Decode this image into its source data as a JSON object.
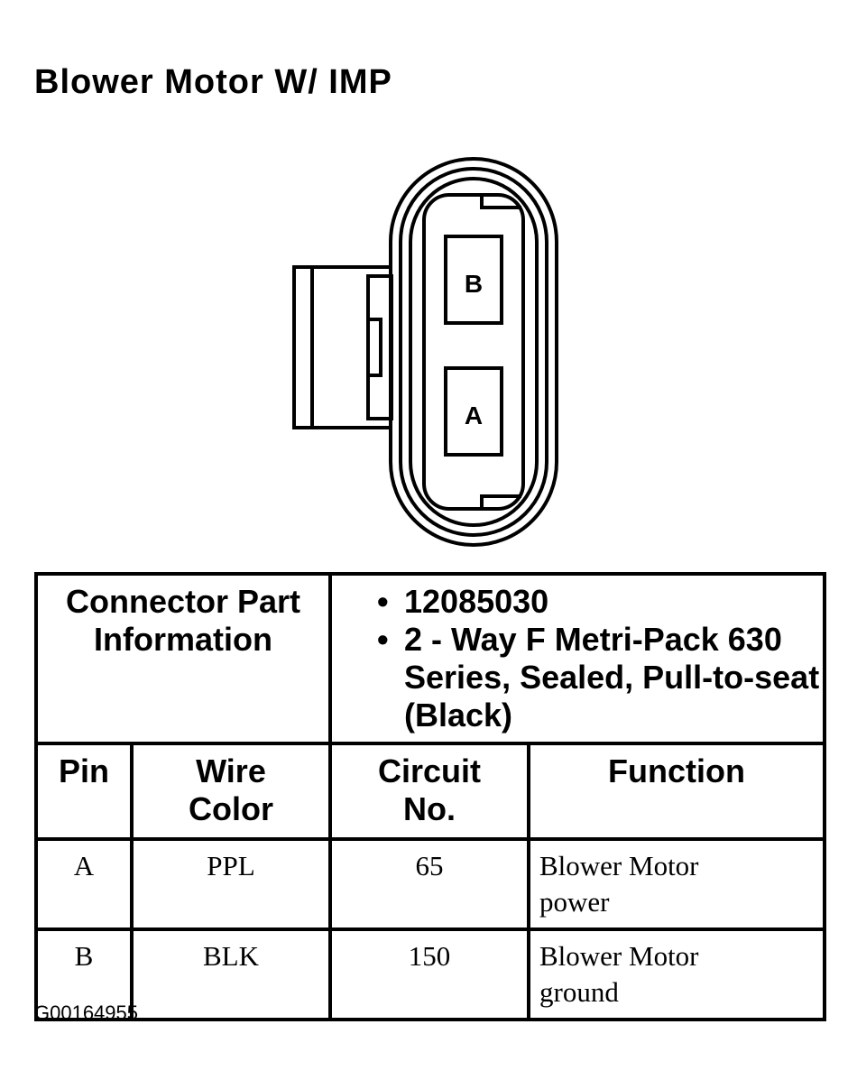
{
  "title": "Blower Motor W/ IMP",
  "connector_diagram": {
    "cavity_top": "B",
    "cavity_bottom": "A"
  },
  "connector_info": {
    "label": "Connector Part Information",
    "details": [
      "12085030",
      "2 - Way F Metri-Pack 630 Series, Sealed, Pull-to-seat (Black)"
    ]
  },
  "table": {
    "headers": [
      "Pin",
      "Wire Color",
      "Circuit No.",
      "Function"
    ],
    "rows": [
      {
        "pin": "A",
        "wire_color": "PPL",
        "circuit": "65",
        "function": "Blower Motor power"
      },
      {
        "pin": "B",
        "wire_color": "BLK",
        "circuit": "150",
        "function": "Blower Motor ground"
      }
    ]
  },
  "figure_id": "G00164955"
}
